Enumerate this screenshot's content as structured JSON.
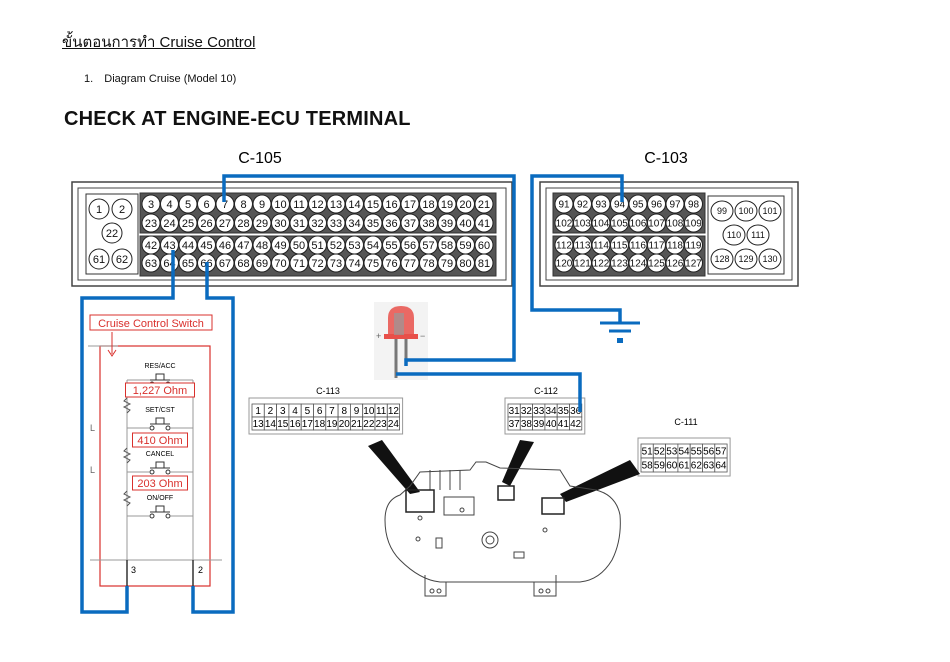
{
  "document": {
    "heading": "ขั้นตอนการทำ Cruise Control",
    "step_number": "1.",
    "step_text": "Diagram Cruise (Model 10)",
    "title": "CHECK AT ENGINE-ECU TERMINAL"
  },
  "colors": {
    "wire": "#0a6bbf",
    "switch_outline": "#d9302c",
    "connector_line": "#333333",
    "led_red": "#e8504a"
  },
  "connectors": {
    "c105": {
      "label": "C-105",
      "side_pins": [
        "1",
        "2",
        "22",
        "61",
        "62"
      ],
      "rows": [
        [
          "3",
          "4",
          "5",
          "6",
          "7",
          "8",
          "9",
          "10",
          "11",
          "12",
          "13",
          "14",
          "15",
          "16",
          "17",
          "18",
          "19",
          "20",
          "21"
        ],
        [
          "23",
          "24",
          "25",
          "26",
          "27",
          "28",
          "29",
          "30",
          "31",
          "32",
          "33",
          "34",
          "35",
          "36",
          "37",
          "38",
          "39",
          "40",
          "41"
        ],
        [
          "42",
          "43",
          "44",
          "45",
          "46",
          "47",
          "48",
          "49",
          "50",
          "51",
          "52",
          "53",
          "54",
          "55",
          "56",
          "57",
          "58",
          "59",
          "60"
        ],
        [
          "63",
          "64",
          "65",
          "66",
          "67",
          "68",
          "69",
          "70",
          "71",
          "72",
          "73",
          "74",
          "75",
          "76",
          "77",
          "78",
          "79",
          "80",
          "81"
        ]
      ],
      "wired_pins": [
        "7",
        "43",
        "66"
      ]
    },
    "c103": {
      "label": "C-103",
      "rows": [
        [
          "91",
          "92",
          "93",
          "94",
          "95",
          "96",
          "97",
          "98"
        ],
        [
          "102",
          "103",
          "104",
          "105",
          "106",
          "107",
          "108",
          "109"
        ],
        [
          "112",
          "113",
          "114",
          "115",
          "116",
          "117",
          "118",
          "119"
        ],
        [
          "120",
          "121",
          "122",
          "123",
          "124",
          "125",
          "126",
          "127"
        ]
      ],
      "side_pins": [
        [
          "99",
          "100",
          "101"
        ],
        [
          "110",
          "111"
        ],
        [
          "128",
          "129",
          "130"
        ]
      ],
      "wired_pins": [
        "94"
      ]
    },
    "c113": {
      "label": "C-113",
      "rows": [
        [
          "1",
          "2",
          "3",
          "4",
          "5",
          "6",
          "7",
          "8",
          "9",
          "10",
          "11",
          "12"
        ],
        [
          "13",
          "14",
          "15",
          "16",
          "17",
          "18",
          "19",
          "20",
          "21",
          "22",
          "23",
          "24"
        ]
      ]
    },
    "c112": {
      "label": "C-112",
      "rows": [
        [
          "31",
          "32",
          "33",
          "34",
          "35",
          "36"
        ],
        [
          "37",
          "38",
          "39",
          "40",
          "41",
          "42"
        ]
      ],
      "wired_pins": [
        "36"
      ]
    },
    "c111": {
      "label": "C-111",
      "rows": [
        [
          "51",
          "52",
          "53",
          "54",
          "55",
          "56",
          "57"
        ],
        [
          "58",
          "59",
          "60",
          "61",
          "62",
          "63",
          "64"
        ]
      ]
    }
  },
  "switch": {
    "title": "Cruise Control Switch",
    "buttons": [
      "RES/ACC",
      "SET/CST",
      "CANCEL",
      "ON/OFF"
    ],
    "resistances": [
      "1,227 Ohm",
      "410 Ohm",
      "203 Ohm"
    ],
    "terminals": [
      "3",
      "2"
    ]
  },
  "led": {
    "plus": "+",
    "minus": "−"
  },
  "ground": {
    "name": "ground"
  }
}
